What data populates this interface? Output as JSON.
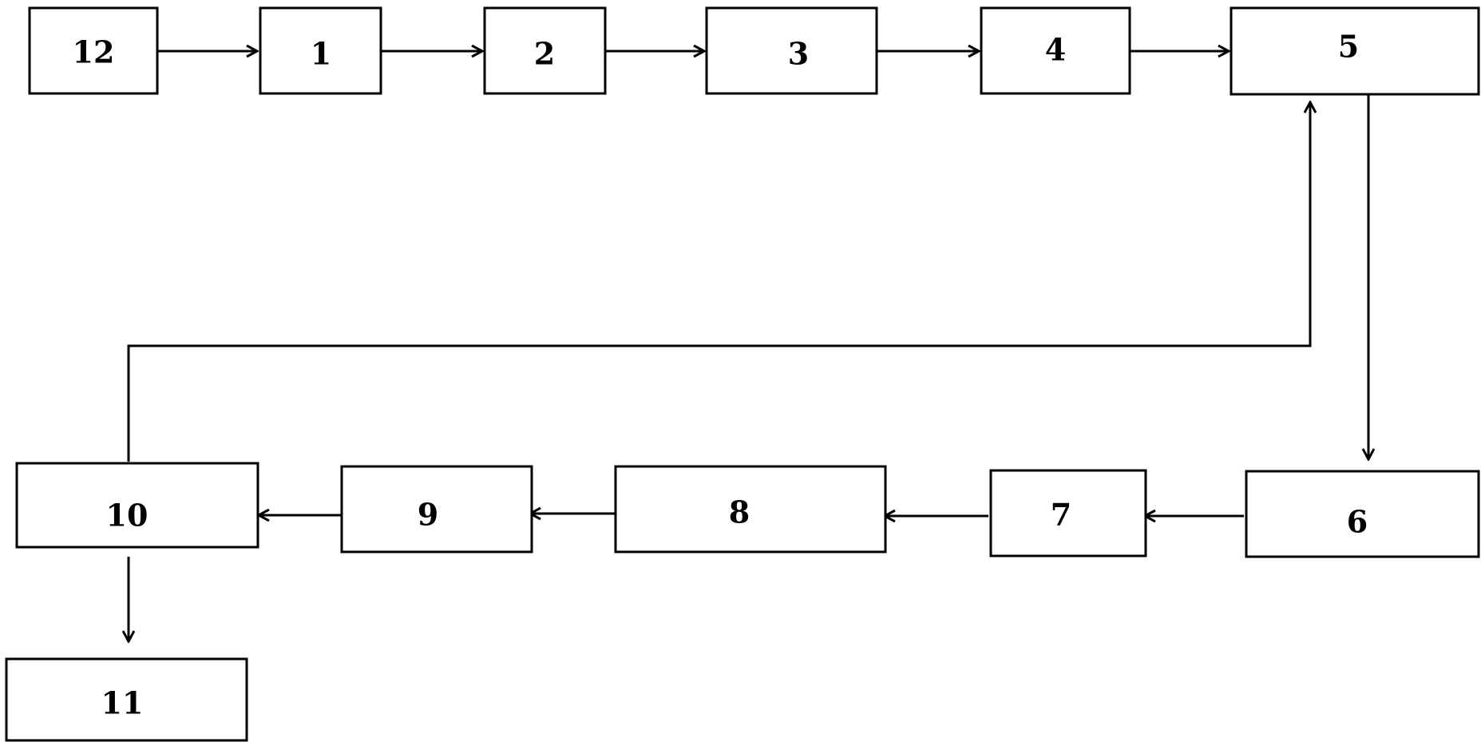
{
  "diagram": {
    "type": "block-flow",
    "nodes": [
      {
        "id": "n12",
        "label": "12"
      },
      {
        "id": "n1",
        "label": "1"
      },
      {
        "id": "n2",
        "label": "2"
      },
      {
        "id": "n3",
        "label": "3"
      },
      {
        "id": "n4",
        "label": "4"
      },
      {
        "id": "n5",
        "label": "5"
      },
      {
        "id": "n6",
        "label": "6"
      },
      {
        "id": "n7",
        "label": "7"
      },
      {
        "id": "n8",
        "label": "8"
      },
      {
        "id": "n9",
        "label": "9"
      },
      {
        "id": "n10",
        "label": "10"
      },
      {
        "id": "n11",
        "label": "11"
      }
    ],
    "edges": [
      {
        "from": "12",
        "to": "1"
      },
      {
        "from": "1",
        "to": "2"
      },
      {
        "from": "2",
        "to": "3"
      },
      {
        "from": "3",
        "to": "4"
      },
      {
        "from": "4",
        "to": "5"
      },
      {
        "from": "5",
        "to": "6"
      },
      {
        "from": "6",
        "to": "7"
      },
      {
        "from": "7",
        "to": "8"
      },
      {
        "from": "8",
        "to": "9"
      },
      {
        "from": "9",
        "to": "10"
      },
      {
        "from": "10",
        "to": "11"
      },
      {
        "from": "10",
        "to": "5"
      }
    ],
    "colors": {
      "stroke": "#000000",
      "background": "#ffffff"
    }
  }
}
